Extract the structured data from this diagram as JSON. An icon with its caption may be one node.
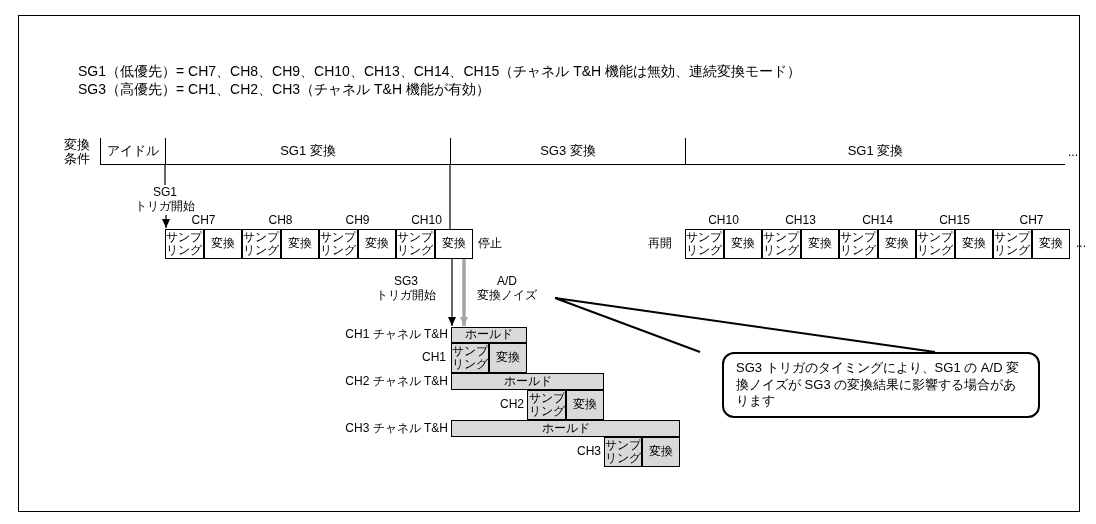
{
  "diagram": {
    "nodes": [
      {
        "text": [
          "アイドル"
        ]
      },
      {
        "text": [
          "SG1 変換"
        ]
      },
      {
        "text": [
          "SG3 変換"
        ]
      },
      {
        "text": [
          "SG1 変換"
        ]
      },
      {
        "text": [
          "SG1 トリガ開始"
        ]
      },
      {
        "text": [
          "サンプリング"
        ]
      },
      {
        "text": [
          "変換"
        ]
      },
      {
        "text": [
          "サンプリング"
        ]
      },
      {
        "text": [
          "変換"
        ]
      },
      {
        "text": [
          "サンプリング"
        ]
      },
      {
        "text": [
          "変換"
        ]
      },
      {
        "text": [
          "サンプリング"
        ]
      },
      {
        "text": [
          "変換"
        ]
      },
      {
        "text": [
          "サンプリング"
        ]
      },
      {
        "text": [
          "変換"
        ]
      },
      {
        "text": [
          "サンプリング"
        ]
      },
      {
        "text": [
          "変換"
        ]
      },
      {
        "text": [
          "サンプリング"
        ]
      },
      {
        "text": [
          "変換"
        ]
      },
      {
        "text": [
          "サンプリング"
        ]
      },
      {
        "text": [
          "変換"
        ]
      },
      {
        "text": [
          "サンプリング"
        ]
      },
      {
        "text": [
          "変換"
        ]
      },
      {
        "text": [
          "ホールド"
        ]
      },
      {
        "text": [
          "サンプリング"
        ]
      },
      {
        "text": [
          "変換"
        ]
      },
      {
        "text": [
          "ホールド"
        ]
      },
      {
        "text": [
          "サンプリング"
        ]
      },
      {
        "text": [
          "変換"
        ]
      },
      {
        "text": [
          "ホールド"
        ]
      },
      {
        "text": [
          "サンプリング"
        ]
      },
      {
        "text": [
          "変換"
        ]
      },
      {
        "text": [
          "SG3 トリガのタイミングにより、SG1 の A/D 変換ノイズが SG3 の変換結果に影響する場合があります"
        ]
      }
    ],
    "edges": [
      {
        "from": 1,
        "to": 4,
        "arrow": "none"
      },
      {
        "from": 4,
        "to": 5,
        "arrow": "to"
      },
      {
        "from": 2,
        "to": 12,
        "arrow": "none"
      },
      {
        "from": 12,
        "to": 23,
        "arrow": "to",
        "label": "SG3 トリガ開始"
      },
      {
        "from": 12,
        "to": 23,
        "arrow": "to",
        "label": "A/D 変換ノイズ",
        "style": "thick",
        "color": "#a6a6a6"
      },
      {
        "from": 32,
        "to": null,
        "arrow": "none"
      }
    ],
    "labels": [
      "SG1（低優先）= CH7、CH8、CH9、CH10、CH13、CH14、CH15（チャネル T&H 機能は無効、連続変換モード）",
      "SG3（高優先）= CH1、CH2、CH3（チャネル T&H 機能が有効）",
      "変換条件",
      "...",
      "CH7",
      "CH8",
      "CH9",
      "CH10",
      "停止",
      "再開",
      "CH10",
      "CH13",
      "CH14",
      "CH15",
      "CH7",
      "...",
      "CH1 チャネル T&H",
      "CH1",
      "CH2 チャネル T&H",
      "CH2",
      "CH3 チャネル T&H",
      "CH3"
    ]
  }
}
